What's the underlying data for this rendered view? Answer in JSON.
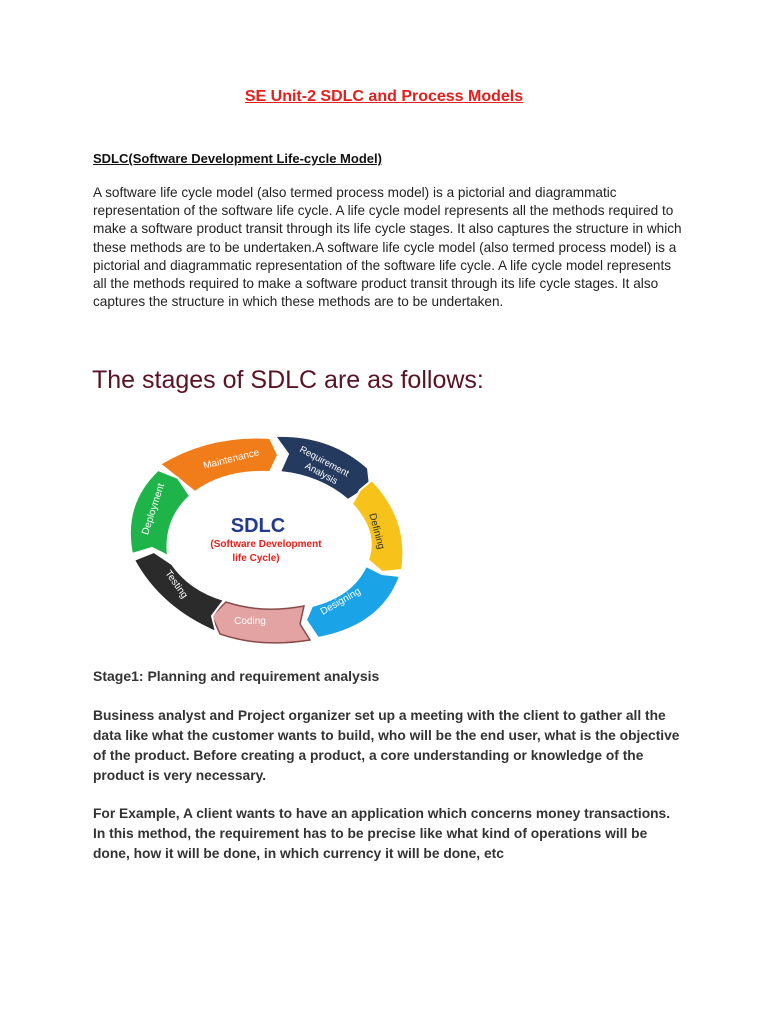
{
  "document": {
    "title": "SE Unit-2 SDLC and Process Models",
    "section_heading": "SDLC(Software Development Life-cycle Model)",
    "intro_paragraph": "A software life cycle model (also termed process model) is a pictorial and diagrammatic representation of the software life cycle. A life cycle model represents all the methods required to make a software product transit through its life cycle stages. It also captures the structure in which these methods are to be undertaken.A software life cycle model (also termed process model) is a pictorial and diagrammatic representation of the software life cycle. A life cycle model represents all the methods required to make a software product transit through its life cycle stages. It also captures the structure in which these methods are to be undertaken.",
    "stages_heading": "The stages of SDLC are as follows:",
    "stage1_heading": "Stage1: Planning and requirement analysis",
    "stage1_paragraph": "Business analyst and Project organizer set up a meeting with the client to gather all the data like what the customer wants to build, who will be the end user, what is the objective of the product. Before creating a product, a core understanding or knowledge of the product is very necessary.",
    "example_paragraph": "For Example, A client wants to have an application which concerns money transactions. In this method, the requirement has to be precise like what kind of operations will be done, how it will be done, in which currency it will be done, etc"
  },
  "diagram": {
    "center_title": "SDLC",
    "center_line1": "(Software Development",
    "center_line2": "life Cycle)",
    "segments": [
      {
        "label": "Maintenance",
        "color": "#f07d1a"
      },
      {
        "label_line1": "Requirement",
        "label_line2": "Analysis",
        "color": "#243a5e"
      },
      {
        "label": "Defining",
        "color": "#f7c21a"
      },
      {
        "label": "Designing",
        "color": "#1aa3e6"
      },
      {
        "label": "Coding",
        "color": "#e3a3a3"
      },
      {
        "label": "Testing",
        "color": "#2b2b2b"
      },
      {
        "label": "Deployment",
        "color": "#1fb44a"
      }
    ],
    "center_title_color": "#233a8c",
    "center_sub_color": "#e3201b"
  }
}
